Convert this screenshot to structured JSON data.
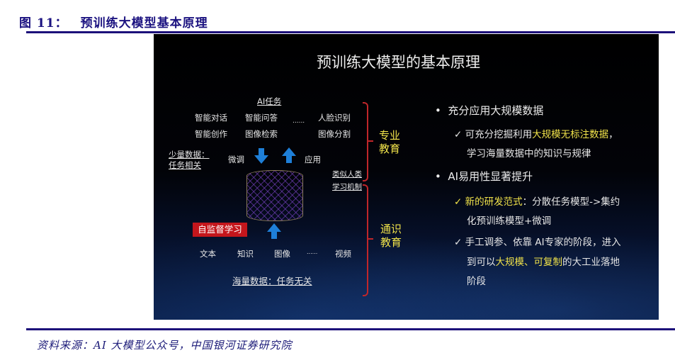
{
  "figure": {
    "number": "图 11：",
    "title": "预训练大模型基本原理"
  },
  "slide": {
    "title": "预训练大模型的基本原理",
    "diagram": {
      "ai_tasks_header": "AI任务",
      "tasks_row1": [
        "智能对话",
        "智能问答",
        "人脸识别"
      ],
      "tasks_row2": [
        "智能创作",
        "图像检索",
        "图像分割"
      ],
      "ellipsis": "......",
      "small_data_label_line1": "少量数据：",
      "small_data_label_line2": "任务相关",
      "finetune_label": "微调",
      "apply_label": "应用",
      "humanlike_line1": "类似人类",
      "humanlike_line2": "学习机制",
      "professional_edu_line1": "专业",
      "professional_edu_line2": "教育",
      "general_edu_line1": "通识",
      "general_edu_line2": "教育",
      "self_supervised_label": "自监督学习",
      "data_types": [
        "文本",
        "知识",
        "图像",
        "......",
        "视频"
      ],
      "massive_data_label": "海量数据：任务无关",
      "arrow_color": "#1e7fd8",
      "bracket_color": "#c0262a",
      "highlight_color": "#f0e24a"
    },
    "bullets": [
      {
        "text": "充分应用大规模数据",
        "subs": [
          {
            "prefix": "可充分挖掘利用",
            "highlight": "大规模无标注数据",
            "suffix": "，",
            "line2": "学习海量数据中的知识与规律"
          }
        ]
      },
      {
        "text": "AI易用性显著提升",
        "subs": [
          {
            "highlight": "新的研发范式",
            "suffix": "：分散任务模型->集约",
            "line2": "化预训练模型+微调"
          },
          {
            "prefix": "手工调参、依靠 AI专家的阶段，进入",
            "line2_prefix": "到可以",
            "line2_highlight": "大规模、可复制",
            "line2_suffix": "的大工业落地",
            "line3": "阶段"
          }
        ]
      }
    ],
    "check_glyph": "✓",
    "bullet_glyph": "•"
  },
  "source": "资料来源：AI 大模型公众号，中国银河证券研究院"
}
